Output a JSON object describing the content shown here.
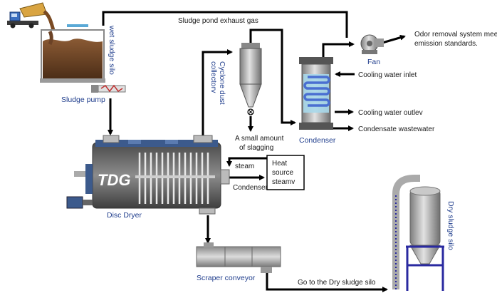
{
  "labels": {
    "wet_sludge_silo": "wet sludge silo",
    "sludge_pump": "Sludge pump",
    "exhaust_gas": "Sludge pond exhaust gas",
    "cyclone": [
      "Cyclone dust",
      "collectorv"
    ],
    "slagging": [
      "A small amount",
      "of slagging"
    ],
    "condenser": "Condenser",
    "fan": "Fan",
    "odor": [
      "Odor removal system meets",
      "emission standards."
    ],
    "cooling_inlet": "Cooling water inlet",
    "cooling_outlet": "Cooling water outlev",
    "condensate": "Condensate wastewater",
    "steam": "steam",
    "condenser_small": "Condenser",
    "heat_source": [
      "Heat",
      "source",
      "steamv"
    ],
    "dryer_brand": "TDG",
    "disc_dryer": "Disc Dryer",
    "scraper": "Scraper conveyor",
    "go_to_silo": "Go to the Dry sludge silo",
    "dry_silo": "Dry sludge silo"
  },
  "colors": {
    "line": "#000000",
    "label_blue": "#1f3d8c",
    "equipment_gray": "#9a9a9a",
    "sludge_brown": "#6b4226",
    "cooling_coil": "#4a6fd1",
    "dryer_blue": "#3c5a8c",
    "silo_frame": "#2a2aa0"
  }
}
